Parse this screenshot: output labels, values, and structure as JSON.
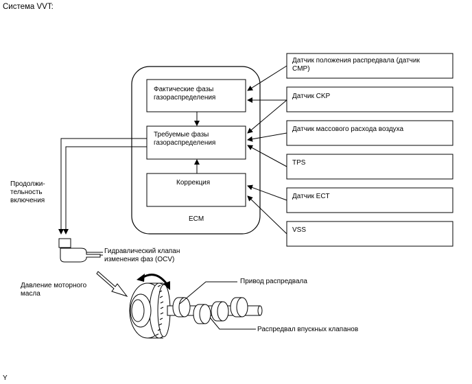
{
  "title": "Система VVT:",
  "ecm": {
    "label": "ECM",
    "actual_phases": "Фактические фазы\nгазораспределения",
    "target_phases": "Требуемые фазы\nгазораспределения",
    "correction": "Коррекция"
  },
  "sensors": [
    {
      "label": "Датчик положения распредвала (датчик\nCMP)"
    },
    {
      "label": "Датчик CKP"
    },
    {
      "label": "Датчик массового расхода воздуха"
    },
    {
      "label": "TPS"
    },
    {
      "label": "Датчик ECT"
    },
    {
      "label": "VSS"
    }
  ],
  "duty_label": "Продолжи-\nтельность\nвключения",
  "ocv_label": "Гидравлический клапан\nизменения фаз (OCV)",
  "oil_pressure_label": "Давление моторного\nмасла",
  "cam_drive_label": "Привод распредвала",
  "intake_cam_label": "Распредвал впускных клапанов",
  "footer_code": "Y"
}
